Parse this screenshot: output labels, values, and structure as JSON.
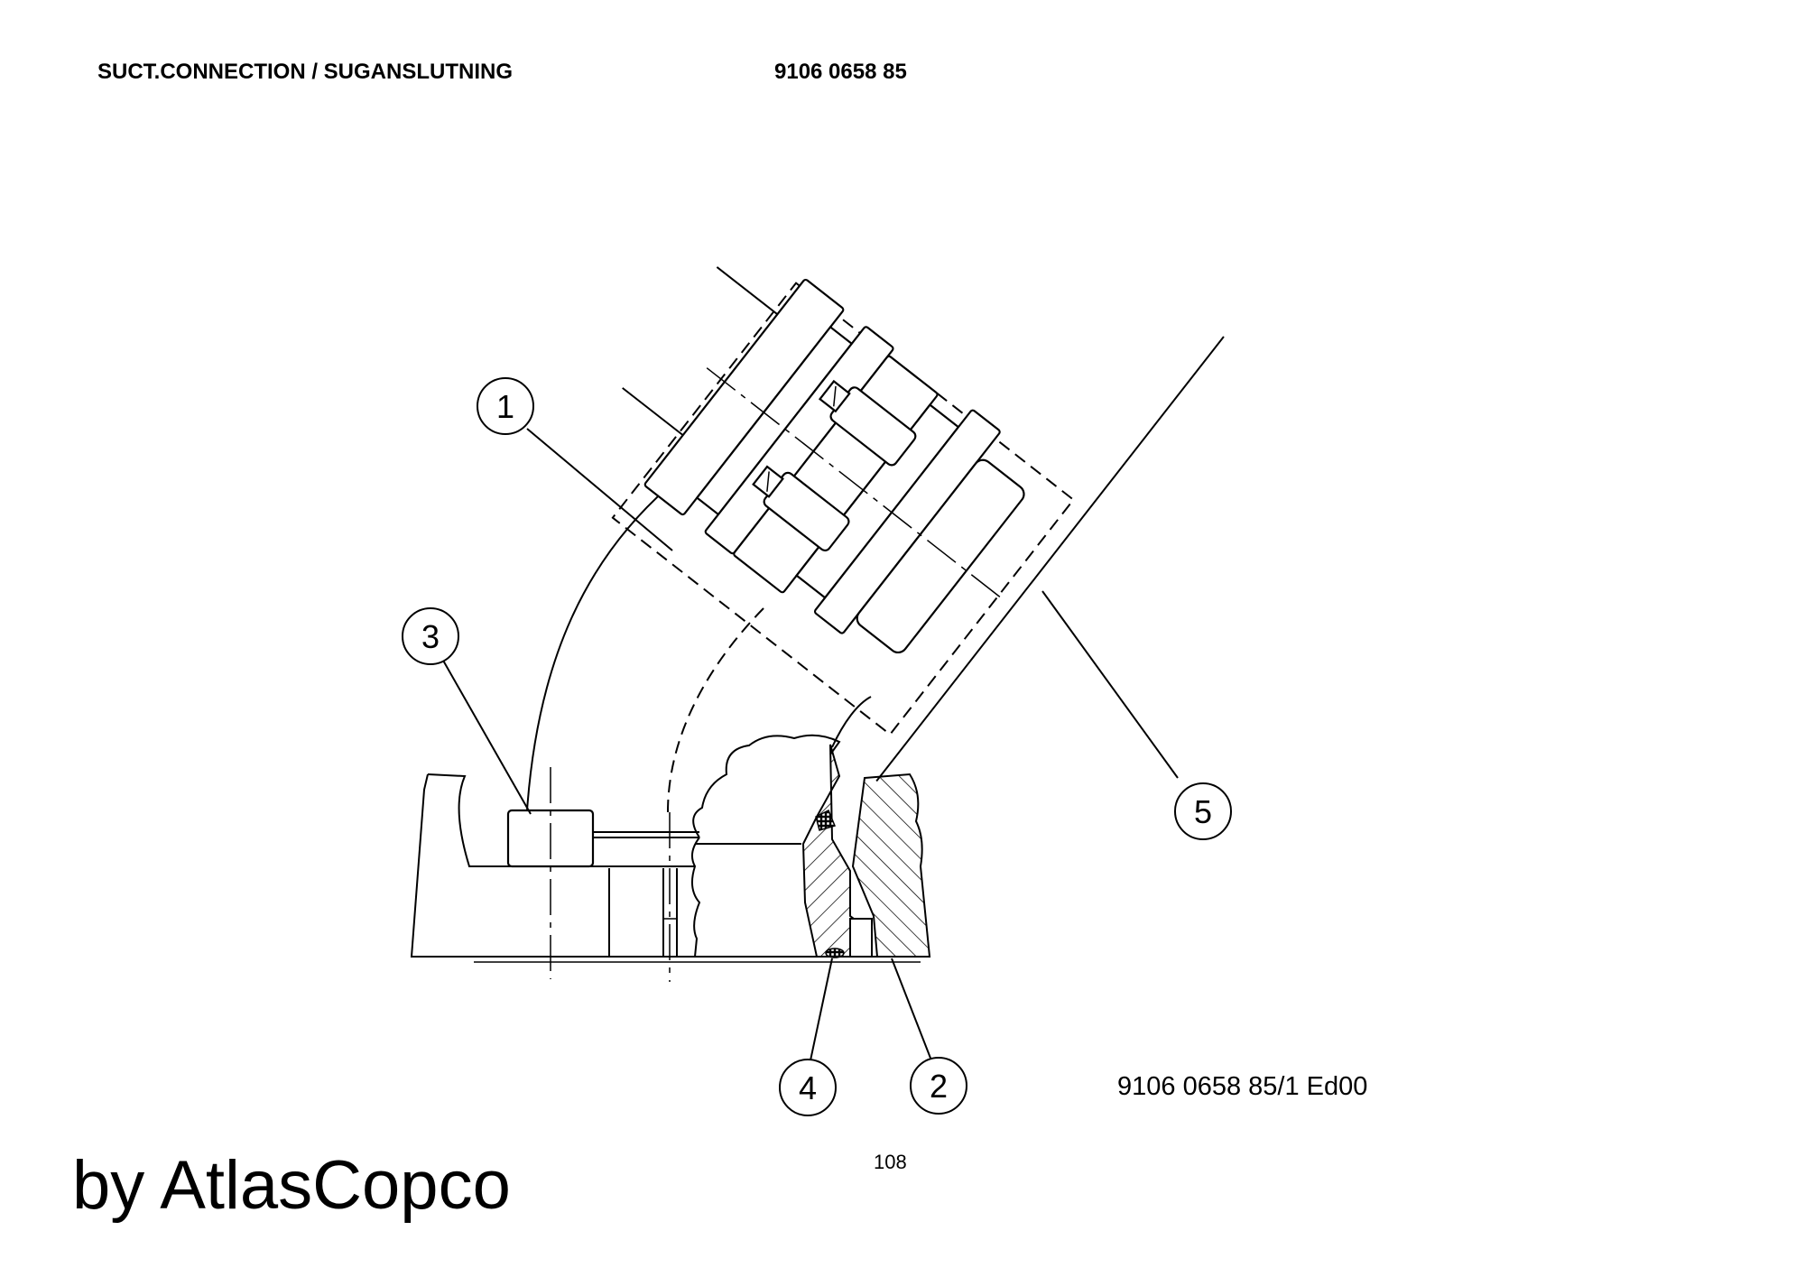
{
  "header": {
    "title": "SUCT.CONNECTION / SUGANSLUTNING",
    "part_number": "9106 0658 85"
  },
  "drawing": {
    "reference": "9106 0658 85/1  Ed00",
    "callouts": [
      "1",
      "2",
      "3",
      "4",
      "5"
    ]
  },
  "footer": {
    "page_number": "108",
    "brand": "by AtlasCopco"
  }
}
